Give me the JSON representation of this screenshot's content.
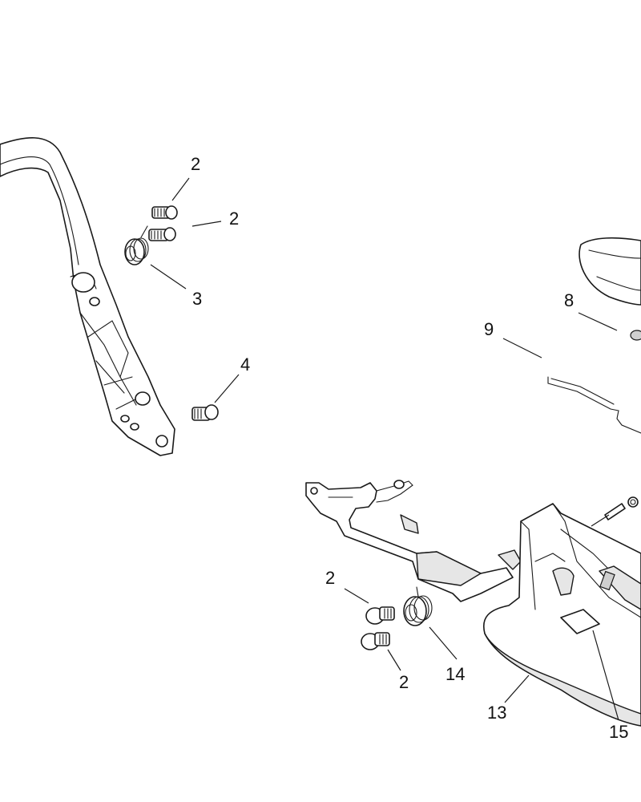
{
  "callouts": [
    {
      "id": "c2a",
      "label": "2"
    },
    {
      "id": "c2b",
      "label": "2"
    },
    {
      "id": "c3",
      "label": "3"
    },
    {
      "id": "c4",
      "label": "4"
    },
    {
      "id": "c8",
      "label": "8"
    },
    {
      "id": "c9",
      "label": "9"
    },
    {
      "id": "c2c",
      "label": "2"
    },
    {
      "id": "c2d",
      "label": "2"
    },
    {
      "id": "c14",
      "label": "14"
    },
    {
      "id": "c13",
      "label": "13"
    },
    {
      "id": "c15",
      "label": "15"
    }
  ]
}
